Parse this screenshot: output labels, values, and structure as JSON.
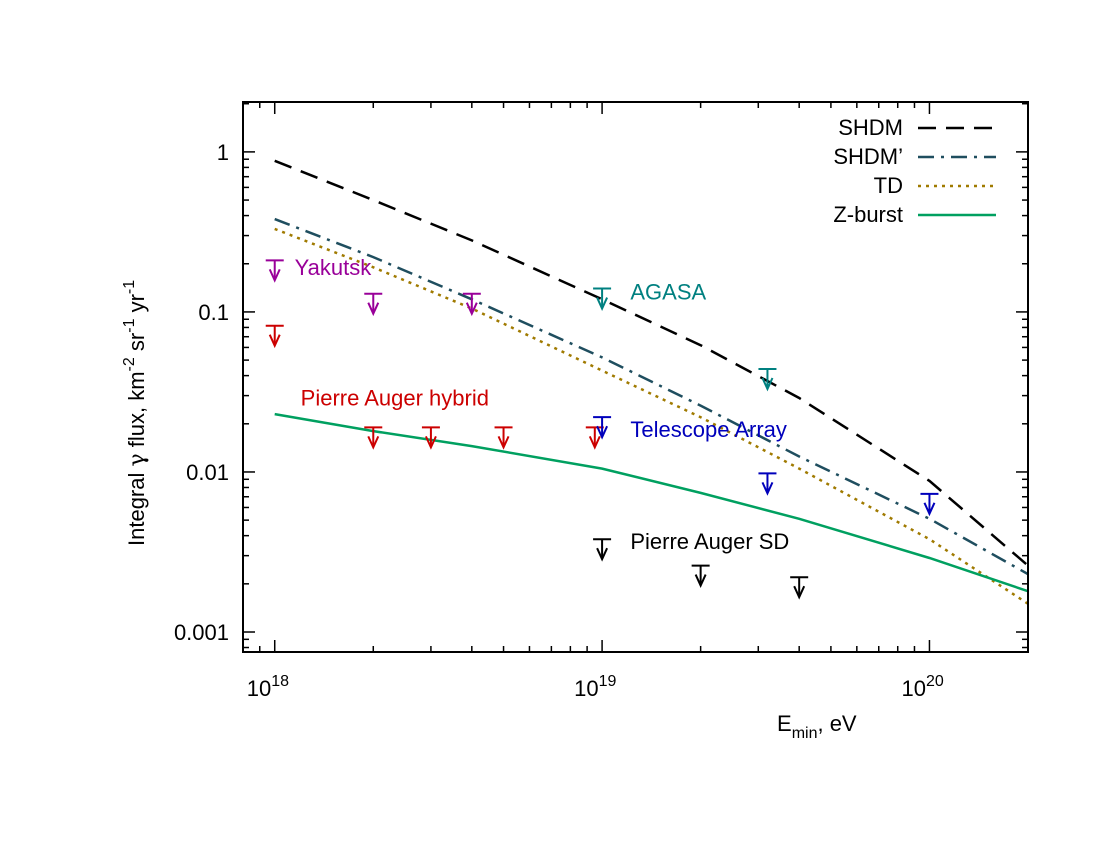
{
  "chart_data": {
    "type": "line",
    "xscale": "log",
    "yscale": "log",
    "xlim": [
      8e+17,
      2e+20
    ],
    "ylim": [
      0.00075,
      2.05
    ],
    "xlabel": {
      "base": "E",
      "sub": "min",
      "rest": ", eV"
    },
    "ylabel": [
      {
        "t": "Integral "
      },
      {
        "t": "γ",
        "sym": true
      },
      {
        "t": " flux, km"
      },
      {
        "t": "-2",
        "sup": true
      },
      {
        "t": " sr"
      },
      {
        "t": "-1",
        "sup": true
      },
      {
        "t": " yr"
      },
      {
        "t": "-1",
        "sup": true
      }
    ],
    "xticks": [
      {
        "value": 1e+18,
        "base": "10",
        "exp": "18"
      },
      {
        "value": 1e+19,
        "base": "10",
        "exp": "19"
      },
      {
        "value": 1e+20,
        "base": "10",
        "exp": "20"
      }
    ],
    "yticks": [
      {
        "value": 0.001,
        "label": "0.001"
      },
      {
        "value": 0.01,
        "label": "0.01"
      },
      {
        "value": 0.1,
        "label": "0.1"
      },
      {
        "value": 1,
        "label": "1"
      }
    ],
    "legend_position": "top-right",
    "series": [
      {
        "name": "SHDM",
        "color": "#000000",
        "dash": "dash",
        "x": [
          1e+18,
          2e+18,
          4e+18,
          1e+19,
          2e+19,
          4e+19,
          1e+20,
          2e+20
        ],
        "y": [
          0.88,
          0.5,
          0.28,
          0.12,
          0.062,
          0.029,
          0.0088,
          0.0026
        ]
      },
      {
        "name": "SHDM’",
        "color": "#1f4e5f",
        "dash": "dashdot",
        "x": [
          1e+18,
          2e+18,
          4e+18,
          1e+19,
          2e+19,
          4e+19,
          1e+20,
          2e+20
        ],
        "y": [
          0.38,
          0.22,
          0.12,
          0.052,
          0.026,
          0.0125,
          0.0051,
          0.0023
        ]
      },
      {
        "name": "TD",
        "color": "#a07a00",
        "dash": "dot",
        "x": [
          1e+18,
          2e+18,
          4e+18,
          1e+19,
          2e+19,
          4e+19,
          1e+20,
          2e+20
        ],
        "y": [
          0.33,
          0.19,
          0.105,
          0.043,
          0.022,
          0.0105,
          0.0038,
          0.0015
        ]
      },
      {
        "name": "Z-burst",
        "color": "#00a060",
        "dash": "solid",
        "x": [
          1e+18,
          2e+18,
          4e+18,
          1e+19,
          2e+19,
          4e+19,
          1e+20,
          2e+20
        ],
        "y": [
          0.023,
          0.018,
          0.0145,
          0.0105,
          0.0074,
          0.0051,
          0.0029,
          0.0018
        ]
      }
    ],
    "limits": [
      {
        "name": "Yakutsk",
        "color": "#990099",
        "x": [
          1e+18,
          2e+18,
          4e+18
        ],
        "y": [
          0.21,
          0.13,
          0.13
        ]
      },
      {
        "name": "AGASA",
        "color": "#008080",
        "x": [
          1e+19,
          3.2e+19
        ],
        "y": [
          0.14,
          0.044
        ]
      },
      {
        "name": "Pierre Auger hybrid",
        "color": "#cc0000",
        "x": [
          1e+18,
          2e+18,
          3e+18,
          5e+18,
          9.5e+18
        ],
        "y": [
          0.082,
          0.019,
          0.019,
          0.019,
          0.019
        ]
      },
      {
        "name": "Telescope Array",
        "color": "#0000bb",
        "x": [
          1e+19,
          3.2e+19,
          1e+20
        ],
        "y": [
          0.022,
          0.0098,
          0.0073
        ]
      },
      {
        "name": "Pierre Auger SD",
        "color": "#000000",
        "x": [
          1e+19,
          2e+19,
          4e+19
        ],
        "y": [
          0.0038,
          0.0026,
          0.0022
        ]
      }
    ],
    "annotations": [
      {
        "text": "Yakutsk",
        "color": "#990099",
        "x": 1.15e+18,
        "y": 0.17
      },
      {
        "text": "AGASA",
        "color": "#008080",
        "x": 1.22e+19,
        "y": 0.12
      },
      {
        "text": "Pierre Auger hybrid",
        "color": "#cc0000",
        "x": 1.2e+18,
        "y": 0.026
      },
      {
        "text": "Telescope Array",
        "color": "#0000bb",
        "x": 1.22e+19,
        "y": 0.0165
      },
      {
        "text": "Pierre Auger SD",
        "color": "#000000",
        "x": 1.22e+19,
        "y": 0.0033
      }
    ]
  }
}
